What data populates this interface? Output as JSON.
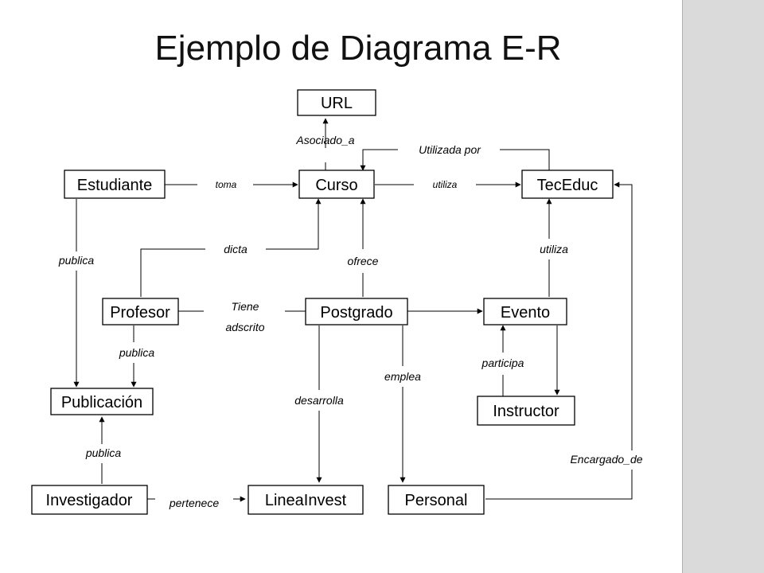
{
  "title": "Ejemplo de Diagrama E-R",
  "entities": {
    "url": "URL",
    "curso": "Curso",
    "estudiante": "Estudiante",
    "teceduc": "TecEduc",
    "profesor": "Profesor",
    "postgrado": "Postgrado",
    "evento": "Evento",
    "publicacion": "Publicación",
    "instructor": "Instructor",
    "investigador": "Investigador",
    "lineainvest": "LineaInvest",
    "personal": "Personal"
  },
  "relationships": {
    "asociado_a": "Asociado_a",
    "utilizada_por": "Utilizada por",
    "toma": "toma",
    "utiliza_curso": "utiliza",
    "dicta": "dicta",
    "ofrece": "ofrece",
    "utiliza_evento": "utiliza",
    "publica_estudiante": "publica",
    "tiene_adscrito_1": "Tiene",
    "tiene_adscrito_2": "adscrito",
    "publica_profesor": "publica",
    "participa": "participa",
    "emplea": "emplea",
    "desarrolla": "desarrolla",
    "publica_investigador": "publica",
    "encargado_de": "Encargado_de",
    "pertenece": "pertenece"
  }
}
